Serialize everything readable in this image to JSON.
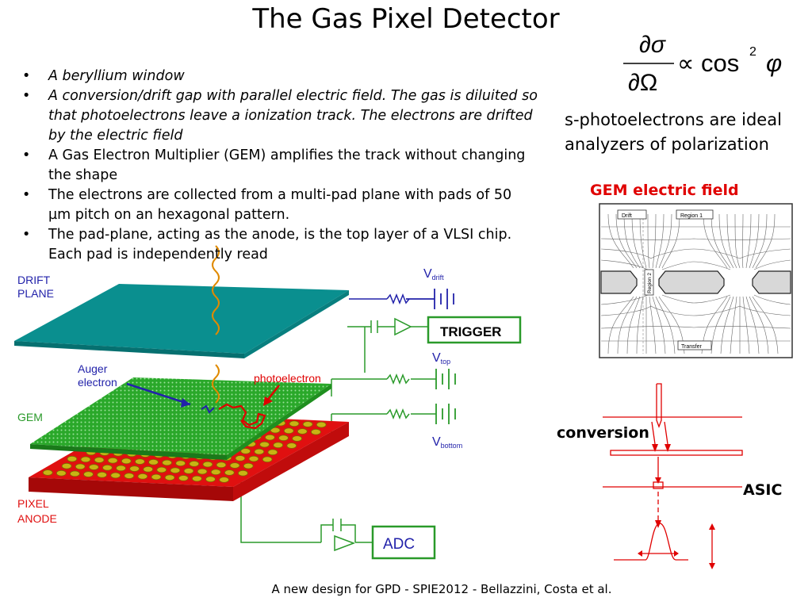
{
  "title": "The Gas Pixel Detector",
  "bullets": [
    {
      "text": "A beryllium window",
      "italic": true
    },
    {
      "text": "A conversion/drift gap with parallel electric field. The gas is diluited so that photoelectrons leave a ionization track. The electrons are drifted by the electric field",
      "italic": true
    },
    {
      "text": "A Gas Electron  Multiplier (GEM) amplifies the track without changing the shape",
      "italic": false
    },
    {
      "text": "The electrons are collected from a multi-pad plane with pads of 50 µm pitch on an hexagonal pattern.",
      "italic": false
    },
    {
      "text": "The pad-plane, acting as the anode, is the top layer of a VLSI chip. Each pad is independently read",
      "italic": false
    }
  ],
  "formula": {
    "numerator": "∂σ",
    "denominator": "∂Ω",
    "relation": "∝",
    "rhs": "cos",
    "exponent": "2",
    "variable": "φ"
  },
  "analyzers_text": "s-photoelectrons are ideal analyzers of polarization",
  "gem_field": {
    "title": "GEM electric field",
    "labels": {
      "drift": "Drift",
      "region1": "Region 1",
      "region2": "Region 2",
      "transfer": "Transfer"
    }
  },
  "schematic": {
    "labels": {
      "drift_plane_1": "DRIFT",
      "drift_plane_2": "PLANE",
      "auger_1": "Auger",
      "auger_2": "electron",
      "photoelectron": "photoelectron",
      "gem": "GEM",
      "pixel_1": "PIXEL",
      "pixel_2": "ANODE",
      "trigger": "TRIGGER",
      "adc": "ADC"
    },
    "voltages": {
      "drift": {
        "main": "V",
        "sub": "drift"
      },
      "top": {
        "main": "V",
        "sub": "top"
      },
      "bottom": {
        "main": "V",
        "sub": "bottom"
      }
    }
  },
  "signal_diagram": {
    "conversion_label": "conversion",
    "asic_label": "ASIC"
  },
  "footer": "A new design for GPD - SPIE2012 - Bellazzini, Costa et al.",
  "colors": {
    "drift_plane": "#0a8f8f",
    "gem": "#2aa82a",
    "pixel_anode": "#e01010",
    "pad": "#c8b414",
    "circuit_line": "#2a9a2a",
    "drift_line": "#2222aa",
    "signal_red": "#e00000",
    "track_orange": "#e08a00"
  }
}
